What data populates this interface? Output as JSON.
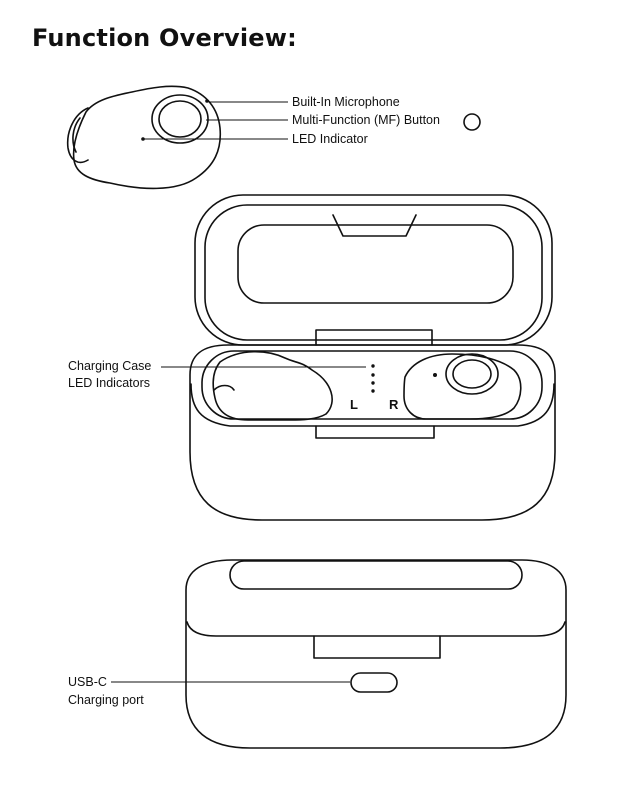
{
  "title": "Function Overview:",
  "earbud_labels": {
    "microphone": "Built-In Microphone",
    "mf_button": "Multi-Function (MF) Button",
    "led": "LED Indicator"
  },
  "case_labels": {
    "led_line1": "Charging Case",
    "led_line2": "LED Indicators",
    "left_slot": "L",
    "right_slot": "R"
  },
  "port_labels": {
    "line1": "USB-C",
    "line2": "Charging port"
  },
  "icons": {
    "mf_button_symbol": "circle-icon"
  }
}
